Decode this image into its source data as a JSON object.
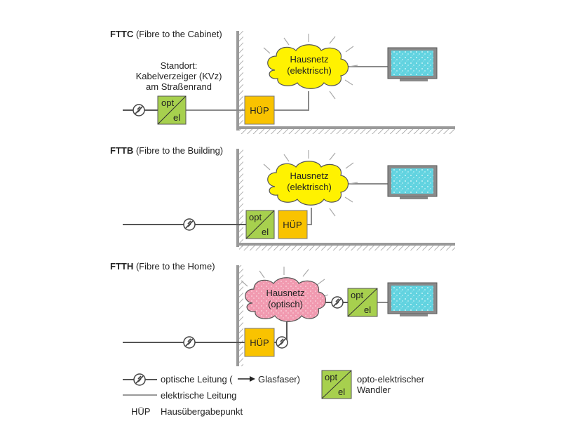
{
  "sections": {
    "fttc": {
      "abbr": "FTTC",
      "desc": "(Fibre to the Cabinet)",
      "location_lines": [
        "Standort:",
        "Kabelverzeiger (KVz)",
        "am Straßenrand"
      ],
      "cloud_lines": [
        "Hausnetz",
        "(elektrisch)"
      ]
    },
    "fttb": {
      "abbr": "FTTB",
      "desc": "(Fibre to the Building)",
      "cloud_lines": [
        "Hausnetz",
        "(elektrisch)"
      ]
    },
    "ftth": {
      "abbr": "FTTH",
      "desc": "(Fibre to the Home)",
      "cloud_lines": [
        "Hausnetz",
        "(optisch)"
      ]
    }
  },
  "converter": {
    "top": "opt",
    "bottom": "el"
  },
  "hup_label": "HÜP",
  "legend": {
    "optical": "optische Leitung (",
    "optical_arrow_target": "Glasfaser)",
    "electrical": "elektrische Leitung",
    "hup_abbr": "HÜP",
    "hup_desc": "Hausübergabepunkt",
    "converter_lines": [
      "opto-elektrischer",
      "Wandler"
    ]
  },
  "colors": {
    "converter_fill": "#a7d04e",
    "hup_fill": "#f9c300",
    "cloud_electric": "#fff200",
    "cloud_optical": "#f19ab0",
    "screen": "#62d3e0",
    "wall_hatch": "#9a9a9a",
    "line": "#7a7a7a"
  }
}
